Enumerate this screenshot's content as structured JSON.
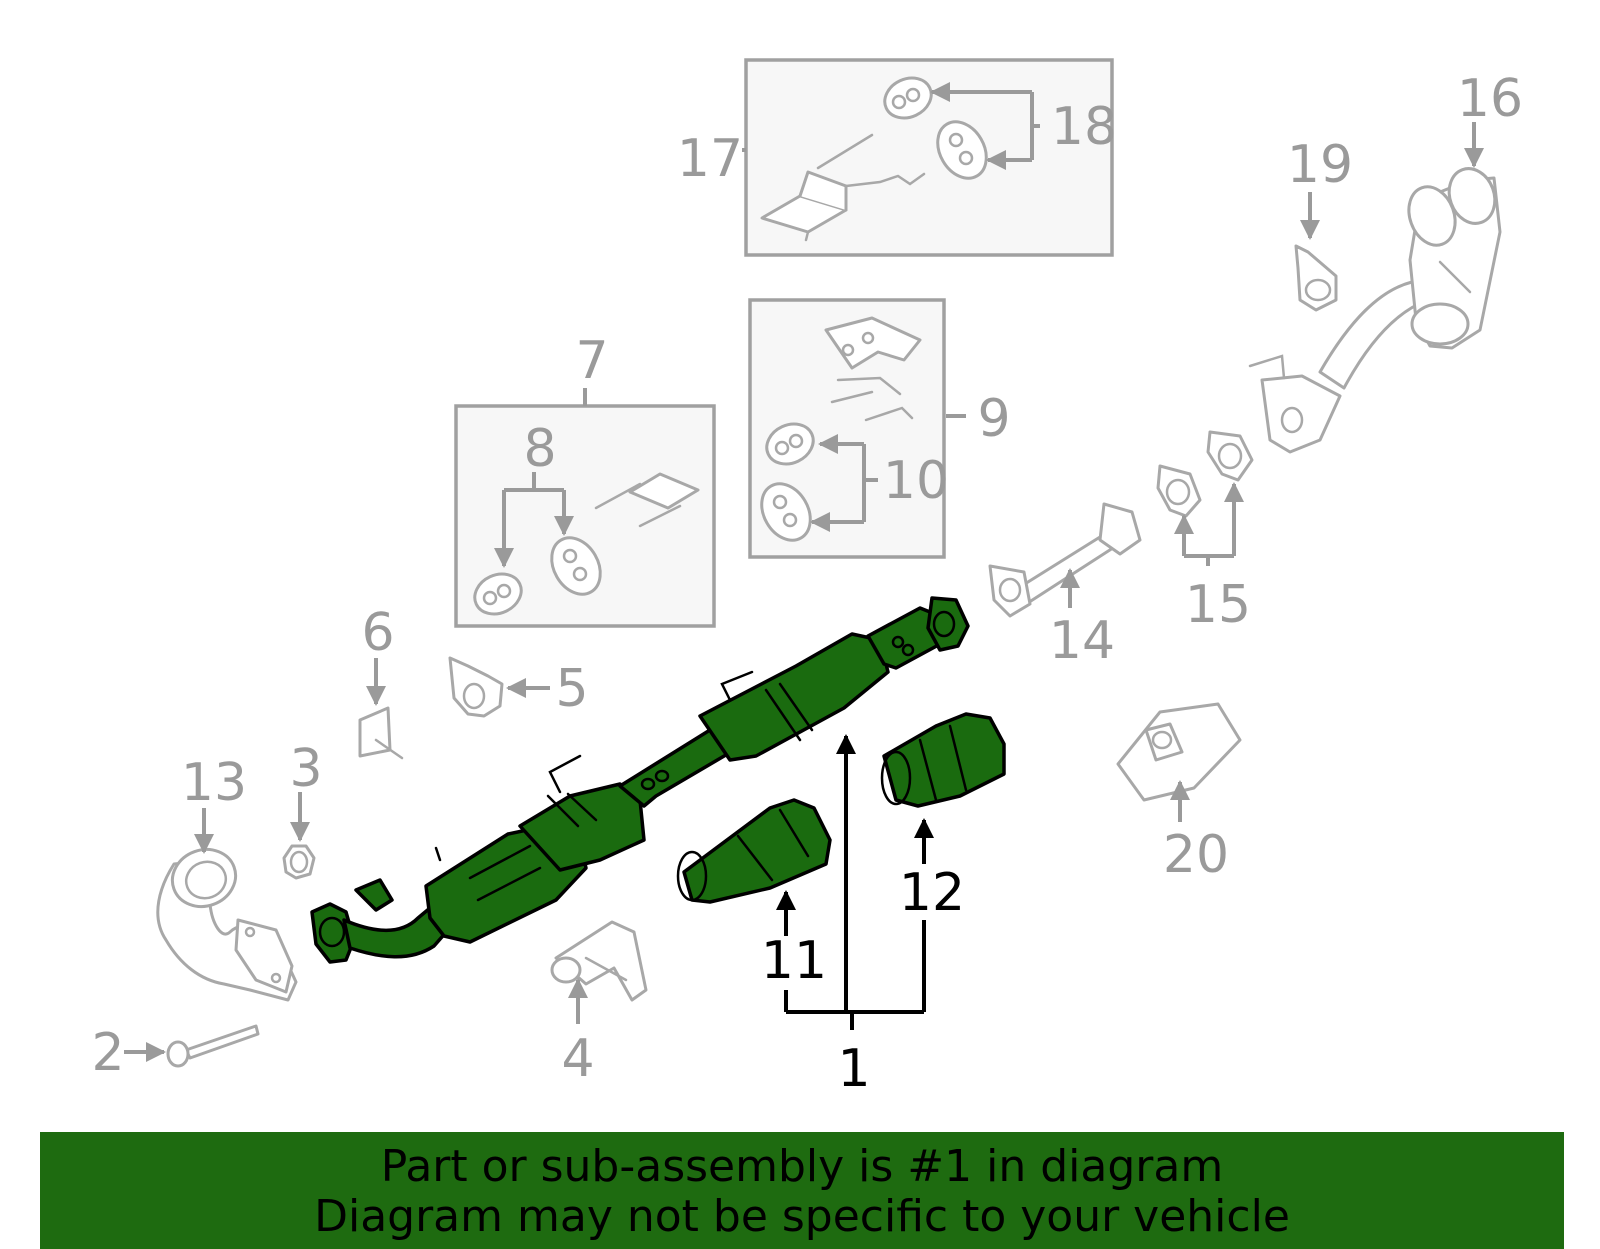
{
  "callouts": {
    "c1": "1",
    "c2": "2",
    "c3": "3",
    "c4": "4",
    "c5": "5",
    "c6": "6",
    "c7": "7",
    "c8": "8",
    "c9": "9",
    "c10": "10",
    "c11": "11",
    "c12": "12",
    "c13": "13",
    "c14": "14",
    "c15": "15",
    "c16": "16",
    "c17": "17",
    "c18": "18",
    "c19": "19",
    "c20": "20"
  },
  "highlight": {
    "part_number": "1",
    "color": "#1a6b0f",
    "related": [
      "11",
      "12"
    ]
  },
  "banner": {
    "line1": "Part or sub-assembly is #1 in diagram",
    "line2": "Diagram may not be specific to your vehicle",
    "background": "#1e6b10"
  }
}
